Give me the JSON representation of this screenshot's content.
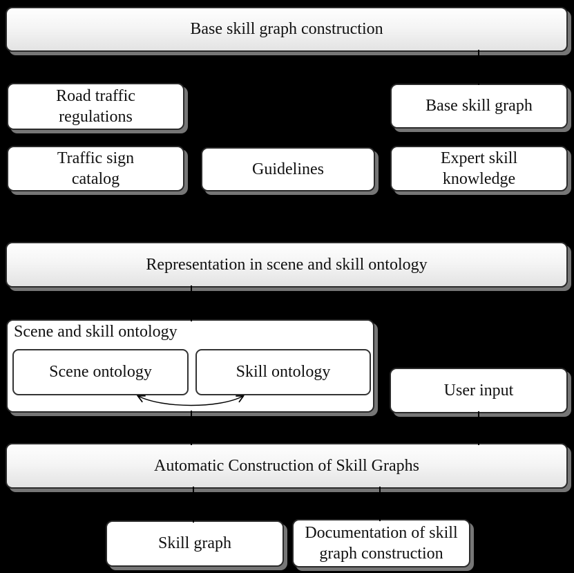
{
  "diagram": {
    "title": "Skill graph construction flow diagram",
    "colors": {
      "background": "#000000",
      "box_fill": "#ffffff",
      "box_border": "#2a2a2a",
      "shadow": "#767676",
      "process_gradient_top": "#fefefe",
      "process_gradient_bottom": "#e3e3e3",
      "text": "#111111",
      "connector": "#000000"
    },
    "nodes": {
      "base_construction": {
        "label": "Base skill graph construction",
        "type": "process"
      },
      "road_traffic": {
        "label": "Road traffic\nregulations",
        "type": "data"
      },
      "base_skill_graph": {
        "label": "Base skill graph",
        "type": "data"
      },
      "traffic_sign": {
        "label": "Traffic sign\ncatalog",
        "type": "data"
      },
      "guidelines": {
        "label": "Guidelines",
        "type": "data"
      },
      "expert_skill": {
        "label": "Expert skill\nknowledge",
        "type": "data"
      },
      "representation": {
        "label": "Representation in scene and skill ontology",
        "type": "process"
      },
      "ontology_group": {
        "label": "Scene and skill ontology",
        "type": "group"
      },
      "scene_ontology": {
        "label": "Scene ontology",
        "type": "data"
      },
      "skill_ontology": {
        "label": "Skill ontology",
        "type": "data"
      },
      "user_input": {
        "label": "User input",
        "type": "data"
      },
      "automatic_construction": {
        "label": "Automatic Construction of Skill Graphs",
        "type": "process"
      },
      "skill_graph": {
        "label": "Skill graph",
        "type": "data"
      },
      "documentation": {
        "label": "Documentation of skill\ngraph construction",
        "type": "data"
      }
    },
    "edges": [
      {
        "from": "base_construction",
        "to": "base_skill_graph",
        "style": "line"
      },
      {
        "from": "representation",
        "to": "ontology_group",
        "style": "line"
      },
      {
        "from": "ontology_group",
        "to": "automatic_construction",
        "style": "line"
      },
      {
        "from": "user_input",
        "to": "automatic_construction",
        "style": "line"
      },
      {
        "from": "automatic_construction",
        "to": "skill_graph",
        "style": "line"
      },
      {
        "from": "automatic_construction",
        "to": "documentation",
        "style": "line"
      },
      {
        "from": "scene_ontology",
        "to": "skill_ontology",
        "style": "bidirectional-curved"
      }
    ]
  }
}
